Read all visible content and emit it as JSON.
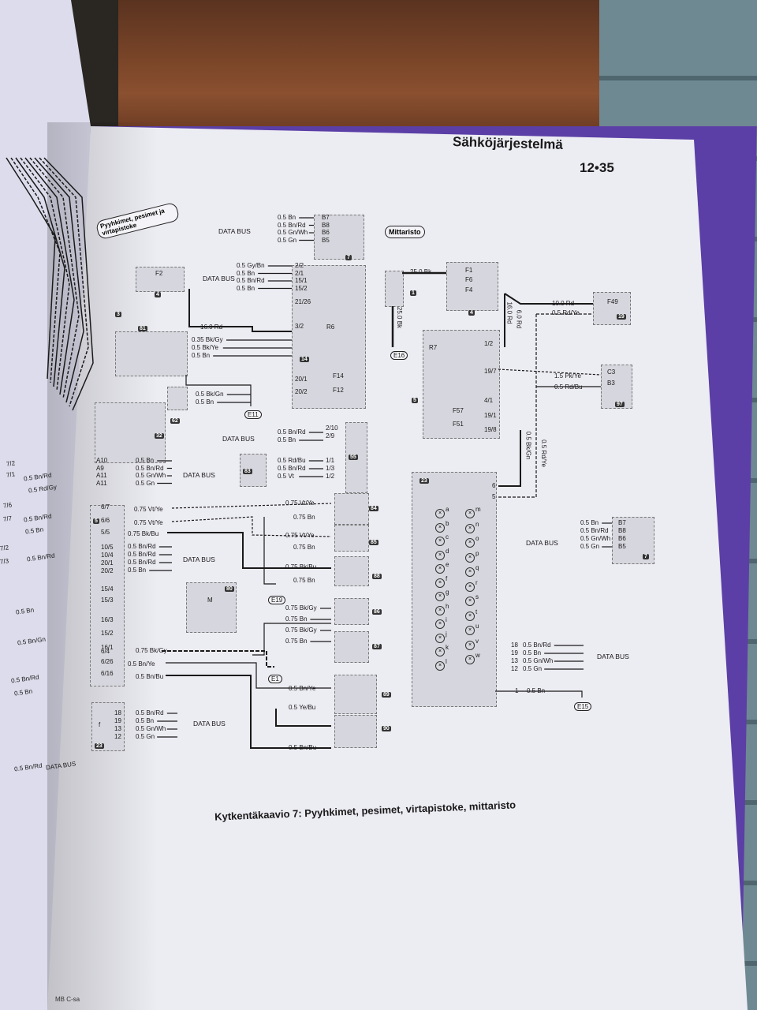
{
  "page": {
    "header_title": "Sähköjärjestelmä",
    "page_number": "12•35",
    "caption": "Kytkentäkaavio 7: Pyyhkimet, pesimet, virtapistoke, mittaristo",
    "footer_fragment": "MB C-sa"
  },
  "sections": {
    "left_label": "Pyyhkimet, pesimet ja virtapistoke",
    "right_label": "Mittaristo"
  },
  "bus_label": "DATA BUS",
  "wires": {
    "top_bus": [
      "0.5 Bn",
      "0.5 Bn/Rd",
      "0.5 Gn/Wh",
      "0.5 Gn"
    ],
    "bus2": [
      "0.5 Gy/Bn",
      "0.5 Bn",
      "0.5 Bn/Rd",
      "0.5 Bn"
    ],
    "wiper_motor": [
      "16.0 Rd",
      "0.35 Bk/Gy",
      "0.5 Bk/Ye",
      "0.5 Bn"
    ],
    "module62": [
      "0.5 Bk/Gn",
      "0.5 Bn"
    ],
    "bus55": [
      "0.5 Bn/Rd",
      "0.5 Bn"
    ],
    "module83": [
      "0.5 Rd/Bu",
      "0.5 Bn/Rd",
      "0.5 Vt"
    ],
    "a_bus": [
      "0.5 Bn",
      "0.5 Bn/Rd",
      "0.5 Gn/Wh",
      "0.5 Gn"
    ],
    "pumps": [
      "0.75 Vt/Ye",
      "0.75 Vt/Ye",
      "0.75 Bk/Bu",
      "0.75 Vt/Ye",
      "0.75 Bn",
      "0.75 Vt/Ye",
      "0.75 Bn",
      "0.75 Bk/Bu",
      "0.75 Bn"
    ],
    "heaters": [
      "0.75 Bk/Gy",
      "0.75 Bn",
      "0.75 Bk/Gy",
      "0.75 Bn"
    ],
    "mid_bus": [
      "0.5 Bn/Rd",
      "0.5 Bn/Rd",
      "0.5 Bn/Rd",
      "0.5 Bn"
    ],
    "lower": [
      "0.75 Bk/Gy",
      "0.5 Bn/Ye",
      "0.5 Bn/Bu"
    ],
    "switches": [
      "0.5 Bn/Ye",
      "0.5 Ye/Bu",
      "0.5 Bn/Bu"
    ],
    "module23": [
      "0.5 Bn/Rd",
      "0.5 Bn",
      "0.5 Gn/Wh",
      "0.5 Gn"
    ],
    "battery": "25.0 Bk",
    "battery_down": "25.0 Bk",
    "fuse_out": [
      "10.0 Rd",
      "0.5 Rd/Ye"
    ],
    "vertical": [
      "6.0 Rd",
      "16.0 Rd",
      "0.5 Bk/Gn",
      "0.5 Rd/Ye"
    ],
    "module97": [
      "1.5 Pk/Ye",
      "0.5 Rd/Bu"
    ],
    "right_bus": [
      "0.5 Bn",
      "0.5 Bn/Rd",
      "0.5 Gn/Wh",
      "0.5 Gn"
    ],
    "cluster_bus": [
      "0.5 Bn/Rd",
      "0.5 Bn",
      "0.5 Gn/Wh",
      "0.5 Gn"
    ],
    "cluster_gnd": "0.5 Bn"
  },
  "pins": {
    "top_bus": [
      "B7",
      "B8",
      "B6",
      "B5"
    ],
    "bus2": [
      "2/2",
      "2/1",
      "15/1",
      "15/2"
    ],
    "r6": [
      "21/26",
      "3/2"
    ],
    "f14": "20/1",
    "f12": "20/2",
    "bus55": [
      "2/10",
      "2/9"
    ],
    "m83": [
      "1/1",
      "1/3",
      "1/2"
    ],
    "a_pins": [
      "A10",
      "A9",
      "A11",
      "A11"
    ],
    "module5": [
      "6/7",
      "6/6",
      "5/5",
      "10/5",
      "10/4",
      "20/1",
      "20/2",
      "15/4",
      "15/3",
      "16/3",
      "15/2",
      "16/1",
      "6/4",
      "6/26",
      "6/16"
    ],
    "module23": [
      "18",
      "19",
      "13",
      "12"
    ],
    "cluster_left": [
      "1/2",
      "19/7",
      "4/1",
      "19/1",
      "19/8"
    ],
    "cluster_right": [
      "18",
      "19",
      "13",
      "12",
      "1"
    ],
    "m97": [
      "C3",
      "B3"
    ],
    "right_bus": [
      "B7",
      "B8",
      "B6",
      "B5"
    ]
  },
  "components": {
    "f2": "F2",
    "r6": "R6",
    "f14": "F14",
    "f12": "F12",
    "f1": "F1",
    "f6": "F6",
    "f4": "F4",
    "f49": "F49",
    "r7": "R7",
    "f57": "F57",
    "f51": "F51",
    "motor": "M",
    "f_box": "f"
  },
  "grounds": [
    "E1",
    "E11",
    "E19",
    "E1",
    "E16",
    "E15"
  ],
  "module_numbers": [
    "7",
    "4",
    "3",
    "81",
    "14",
    "62",
    "32",
    "55",
    "83",
    "5",
    "84",
    "85",
    "88",
    "80",
    "86",
    "87",
    "89",
    "90",
    "23",
    "1",
    "4",
    "19",
    "5",
    "97",
    "23",
    "7"
  ],
  "lamps": [
    "a",
    "b",
    "c",
    "d",
    "e",
    "f",
    "g",
    "h",
    "i",
    "j",
    "k",
    "l",
    "m",
    "n",
    "o",
    "p",
    "q",
    "r",
    "s",
    "t",
    "u",
    "v",
    "w"
  ],
  "left_page_labels": [
    "7/2",
    "7/1",
    "7/6",
    "7/7",
    "7/2",
    "7/3",
    "0.5 Bn/Rd",
    "0.5 Rd/Gy",
    "0.5 Bn/Rd",
    "0.5 Bn",
    "0.5 Bn/Rd",
    "0.5 Bn",
    "0.5 Bn/Gn",
    "0.5 Bn/Rd",
    "0.5 Bn",
    "0.5 Bn/Rd",
    "DATA BUS"
  ]
}
